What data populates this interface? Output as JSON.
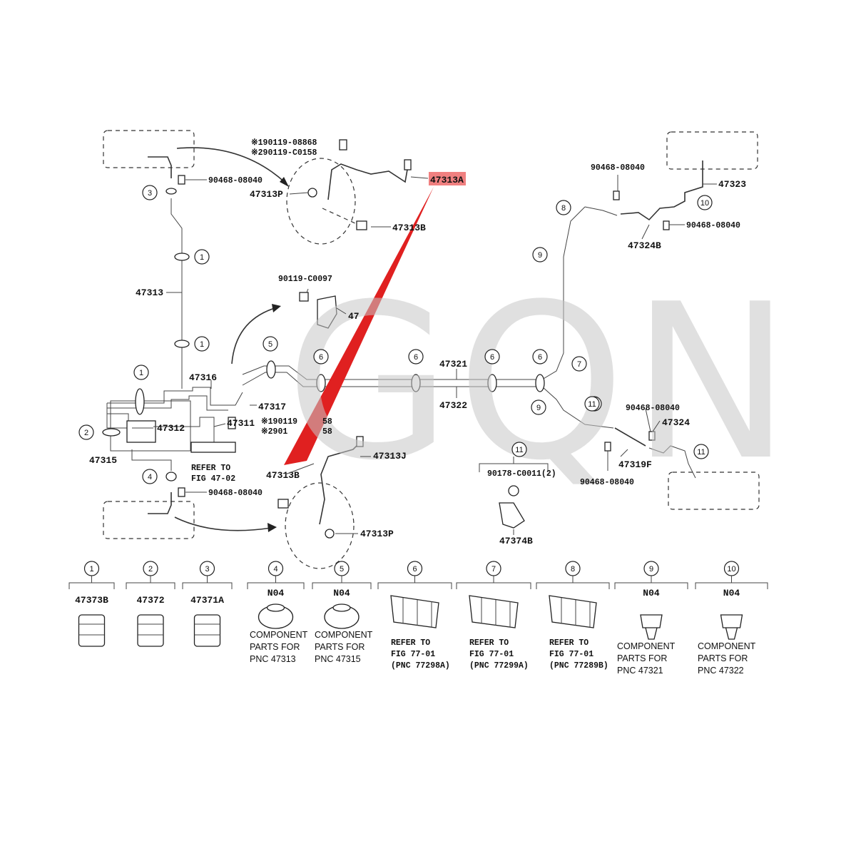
{
  "watermark": "GQN",
  "highlight": {
    "part": "47313A",
    "color": "#e02020"
  },
  "labels": {
    "p47313A": "47313A",
    "p47313P_top": "47313P",
    "p47313B_top": "47313B",
    "p47313": "47313",
    "p47316": "47316",
    "p47317": "47317",
    "p47311": "47311",
    "p47312": "47312",
    "p47315": "47315",
    "p47313B_bot": "47313B",
    "p47313J": "47313J",
    "p47313P_bot": "47313P",
    "p47321": "47321",
    "p47322": "47322",
    "p47323": "47323",
    "p47324B": "47324B",
    "p47324": "47324",
    "p47319F": "47319F",
    "p47374B": "47374B",
    "p47_bracket": "47",
    "b190119_08868": "※190119-08868",
    "b290119_C0158": "※290119-C0158",
    "b190119_mid": "※190119",
    "b290119_mid": "※2901",
    "b_mid_tail1": "58",
    "b_mid_tail2": "58",
    "b90119_C0097": "90119-C0097",
    "c90468_tl": "90468-08040",
    "c90468_bl": "90468-08040",
    "c90468_tr1": "90468-08040",
    "c90468_tr2": "90468-08040",
    "c90468_r1": "90468-08040",
    "c90468_r2": "90468-08040",
    "n90178": "90178-C0011(2)",
    "refer1": "REFER TO",
    "refer2": "FIG 47-02"
  },
  "callouts_on_diagram": [
    "1",
    "1",
    "1",
    "2",
    "3",
    "4",
    "5",
    "6",
    "6",
    "6",
    "6",
    "7",
    "8",
    "9",
    "9",
    "10",
    "10",
    "11",
    "11",
    "11"
  ],
  "legend": [
    {
      "num": "1",
      "code": "",
      "part": "47373B",
      "note": []
    },
    {
      "num": "2",
      "code": "",
      "part": "47372",
      "note": []
    },
    {
      "num": "3",
      "code": "",
      "part": "47371A",
      "note": []
    },
    {
      "num": "4",
      "code": "N04",
      "part": "",
      "note": [
        "COMPONENT",
        "PARTS FOR",
        "PNC 47313"
      ]
    },
    {
      "num": "5",
      "code": "N04",
      "part": "",
      "note": [
        "COMPONENT",
        "PARTS FOR",
        "PNC 47315"
      ]
    },
    {
      "num": "6",
      "code": "",
      "part": "",
      "note": [
        "REFER TO",
        "FIG 77-01",
        "(PNC 77298A)"
      ]
    },
    {
      "num": "7",
      "code": "",
      "part": "",
      "note": [
        "REFER TO",
        "FIG 77-01",
        "(PNC 77299A)"
      ]
    },
    {
      "num": "8",
      "code": "",
      "part": "",
      "note": [
        "REFER TO",
        "FIG 77-01",
        "(PNC 77289B)"
      ]
    },
    {
      "num": "9",
      "code": "N04",
      "part": "",
      "note": [
        "COMPONENT",
        "PARTS FOR",
        "PNC 47321"
      ]
    },
    {
      "num": "10",
      "code": "N04",
      "part": "",
      "note": [
        "COMPONENT",
        "PARTS FOR",
        "PNC 47322"
      ]
    }
  ]
}
